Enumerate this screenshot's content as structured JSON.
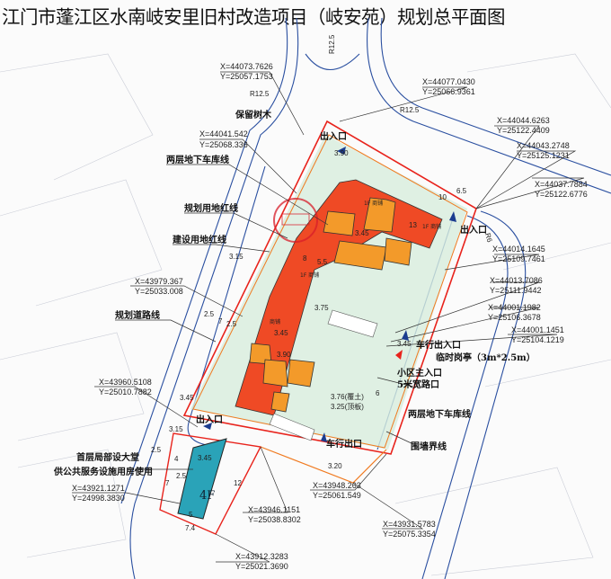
{
  "title": "江门市蓬江区水南岐安里旧村改造项目（岐安苑）规划总平面图",
  "colors": {
    "red_line": "#e8231c",
    "road": "#2a4fa0",
    "building_main": "#ef4a25",
    "building_low": "#f39a2a",
    "service_building": "#2aa3b8",
    "greenery": "#d8eedd",
    "boundary_orange": "#f07a20"
  },
  "labels": {
    "retained_tree": "保留树木",
    "two_level_garage": "两层地下车库线",
    "planning_red_line": "规划用地红线",
    "construction_red_line": "建设用地红线",
    "planning_road_line": "规划道路线",
    "entrance_top": "出入口",
    "entrance_right": "出入口",
    "entrance_left": "出入口",
    "vehicle_entrance": "车行出入口",
    "guard_booth": "临时岗亭（3m*2.5m）",
    "main_entrance": "小区主入口",
    "road_opening": "5米宽路口",
    "two_level_garage_2": "两层地下车库线",
    "vehicle_exit": "车行出口",
    "wall_line": "围墙界线",
    "lobby_note_1": "首层局部设大堂",
    "lobby_note_2": "供公共服务设施用房使用",
    "service_floors": "4F",
    "r_left": "R12.5",
    "r_right": "R12.5",
    "r_top": "R12.5",
    "r_corner": "R6"
  },
  "coordinates": [
    {
      "x": "X=44073.7626",
      "y": "Y=25057.1753"
    },
    {
      "x": "X=44077.0430",
      "y": "Y=25066.9361"
    },
    {
      "x": "X=44041.542",
      "y": "Y=25068.336"
    },
    {
      "x": "X=44044.6263",
      "y": "Y=25122.4409"
    },
    {
      "x": "X=44043.2748",
      "y": "Y=25125.1231"
    },
    {
      "x": "X=44037.7884",
      "y": "Y=25122.6776"
    },
    {
      "x": "X=44014.1645",
      "y": "Y=25109.7461"
    },
    {
      "x": "X=44013.7086",
      "y": "Y=25111.9442"
    },
    {
      "x": "X=44001.1982",
      "y": "Y=25106.3678"
    },
    {
      "x": "X=44001.1451",
      "y": "Y=25104.1219"
    },
    {
      "x": "X=43979.367",
      "y": "Y=25033.008"
    },
    {
      "x": "X=43960.5108",
      "y": "Y=25010.7882"
    },
    {
      "x": "X=43921.1271",
      "y": "Y=24998.3830"
    },
    {
      "x": "X=43948.263",
      "y": "Y=25061.549"
    },
    {
      "x": "X=43946.1151",
      "y": "Y=25038.8302"
    },
    {
      "x": "X=43931.5783",
      "y": "Y=25075.3354"
    },
    {
      "x": "X=43912.3283",
      "y": "Y=25021.3690"
    }
  ],
  "elevations": [
    "3.45",
    "3.90",
    "3.45",
    "3.90",
    "3.15",
    "3.45",
    "3.15",
    "3.45",
    "3.20",
    "3.75",
    "3.45",
    "3.76(覆土)",
    "3.25(顶板)"
  ],
  "dimensions": [
    "2.5",
    "7",
    "2.5",
    "8",
    "5.5",
    "13",
    "10",
    "6.5",
    "2.5",
    "4",
    "7",
    "12",
    "5",
    "7.4",
    "2.5",
    "6"
  ],
  "building_tags": [
    "1F 商铺",
    "1F 商铺",
    "商铺",
    "1F 商铺",
    "4F"
  ]
}
